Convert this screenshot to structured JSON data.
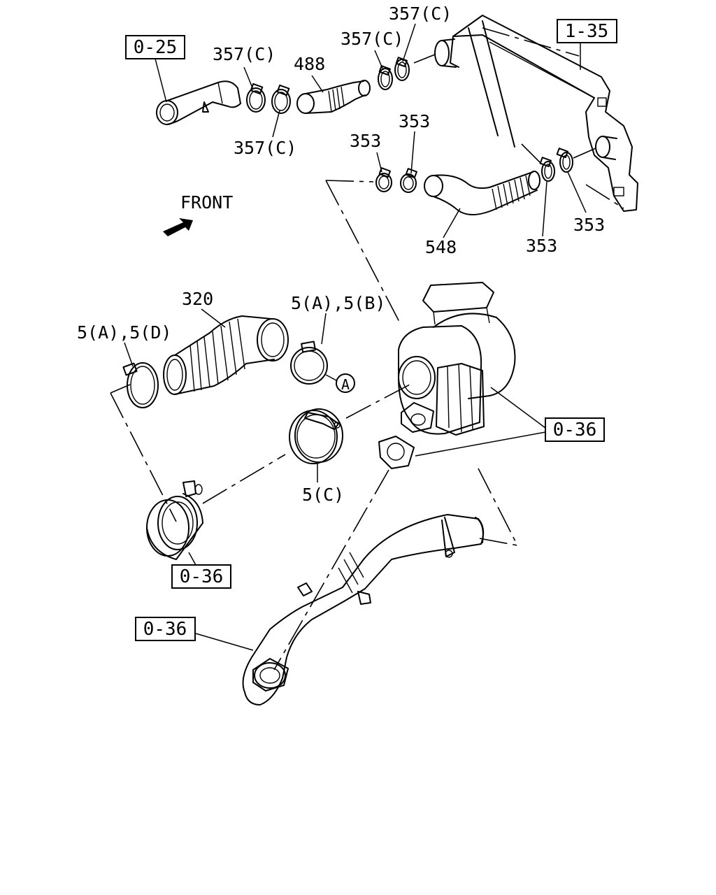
{
  "labels": {
    "front": "FRONT",
    "circle_a": "A",
    "p357c_1": "357(C)",
    "p357c_2": "357(C)",
    "p357c_3": "357(C)",
    "p357c_4": "357(C)",
    "p488": "488",
    "p353_1": "353",
    "p353_2": "353",
    "p353_3": "353",
    "p353_4": "353",
    "p548": "548",
    "p320": "320",
    "p5ab": "5(A),5(B)",
    "p5ad": "5(A),5(D)",
    "p5c": "5(C)"
  },
  "refs": {
    "r025": "0-25",
    "r135": "1-35",
    "r036_1": "0-36",
    "r036_2": "0-36",
    "r036_3": "0-36"
  }
}
